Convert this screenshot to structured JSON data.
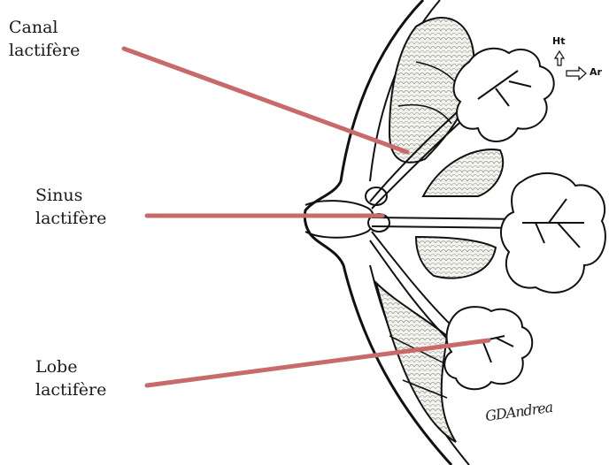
{
  "labels": {
    "canal": {
      "line1": "Canal",
      "line2": "lactifère"
    },
    "sinus": {
      "line1": "Sinus",
      "line2": "lactifère"
    },
    "lobe": {
      "line1": "Lobe",
      "line2": "lactifère"
    }
  },
  "orientation": {
    "up": "Ht",
    "right": "Ar"
  },
  "signature": "GDAndrea",
  "colors": {
    "pointer": "#c86a6a",
    "ink": "#1a1a1a"
  }
}
